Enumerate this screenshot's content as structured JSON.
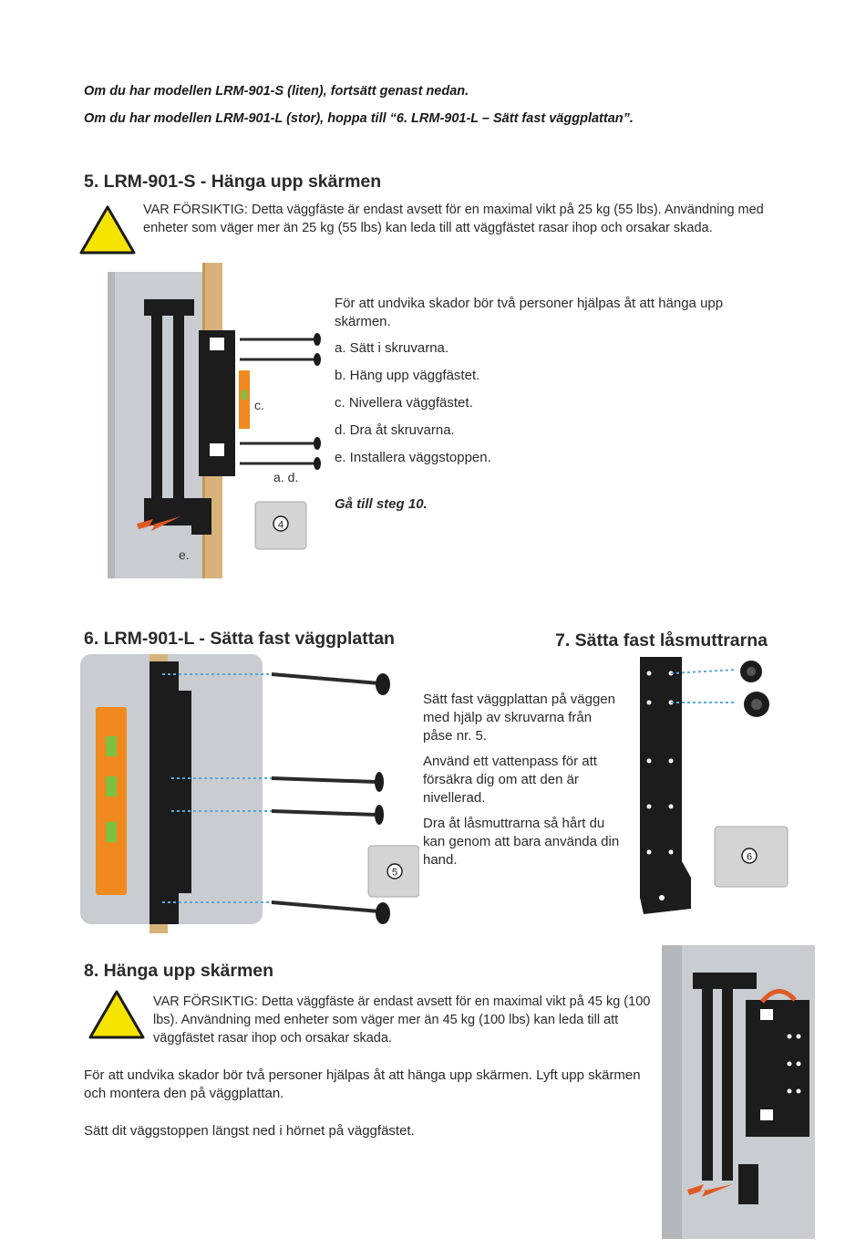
{
  "intro": {
    "line1": "Om du har modellen LRM-901-S (liten), fortsätt genast nedan.",
    "line2": "Om du har modellen LRM-901-L (stor), hoppa till “6. LRM-901-L – Sätt fast väggplattan”."
  },
  "section5": {
    "title": "5. LRM-901-S - Hänga upp skärmen",
    "warning": "VAR FÖRSIKTIG: Detta väggfäste är endast avsett för en maximal vikt på 25 kg (55 lbs). Användning med enheter som väger mer än 25 kg (55 lbs) kan leda till att väggfästet rasar ihop och orsakar skada.",
    "intro": "För att undvika skador bör två personer hjälpas åt att hänga upp skärmen.",
    "steps": [
      "a. Sätt i skruvarna.",
      "b. Häng upp väggfästet.",
      "c. Nivellera väggfästet.",
      "d. Dra åt skruvarna.",
      "e. Installera väggstoppen."
    ],
    "goto": "Gå till steg 10.",
    "figure": {
      "label_c": "c.",
      "label_ad": "a. d.",
      "label_e": "e.",
      "bag_number": "4"
    }
  },
  "section6": {
    "title": "6. LRM-901-L - Sätta fast väggplattan",
    "paragraphs": [
      "Sätt fast väggplattan på väggen med hjälp av skruvarna från påse nr. 5.",
      "Använd ett vattenpass för att försäkra dig om att den är nivellerad.",
      "Dra åt låsmuttrarna så hårt du kan genom att bara använda din hand."
    ],
    "figure": {
      "bag_number": "5"
    }
  },
  "section7": {
    "title": "7. Sätta fast låsmuttrarna",
    "figure": {
      "bag_number": "6"
    }
  },
  "section8": {
    "title": "8. Hänga upp skärmen",
    "warning": "VAR FÖRSIKTIG: Detta väggfäste är endast avsett för en maximal vikt på 45 kg (100 lbs). Användning med enheter som väger mer än 45 kg (100 lbs) kan leda till att väggfästet rasar ihop och orsakar skada.",
    "para1": "För att undvika skador bör två personer hjälpas åt att hänga upp skärmen. Lyft upp skärmen och montera den på väggplattan.",
    "para2": "Sätt dit väggstoppen längst ned i hörnet på väggfästet."
  },
  "colors": {
    "warning_yellow": "#f5e400",
    "bracket": "#1c1c1c",
    "wall": "#c9ccd1",
    "wood": "#d7b27a",
    "level": "#f08a1e"
  }
}
